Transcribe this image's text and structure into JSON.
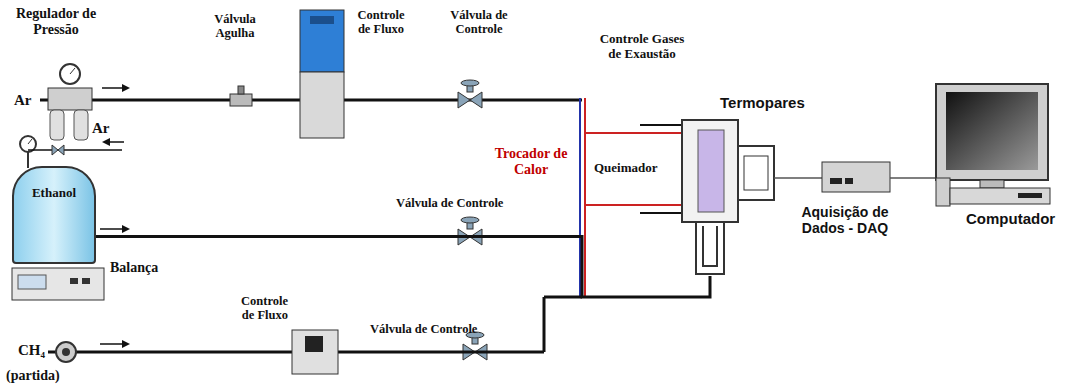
{
  "diagram": {
    "nodes": [
      {
        "text": [
          "Ethanol"
        ]
      },
      {
        "text": [
          "Queimador"
        ]
      }
    ],
    "edges": [
      {
        "from": 0,
        "to": 1,
        "arrow": "none"
      }
    ],
    "labels": [
      "Regulador de Pressão",
      "Ar",
      "Válvula Agulha",
      "Controle de Fluxo",
      "Válvula de Controle",
      "Controle Gases de Exaustão",
      "Trocador de Calor",
      "Termopares",
      "Ar",
      "Balança",
      "Válvula de Controle",
      "Aquisição de Dados - DAQ",
      "Computador",
      "Controle de Fluxo",
      "Válvula de Controle",
      "CH₄",
      "(partida)"
    ]
  }
}
